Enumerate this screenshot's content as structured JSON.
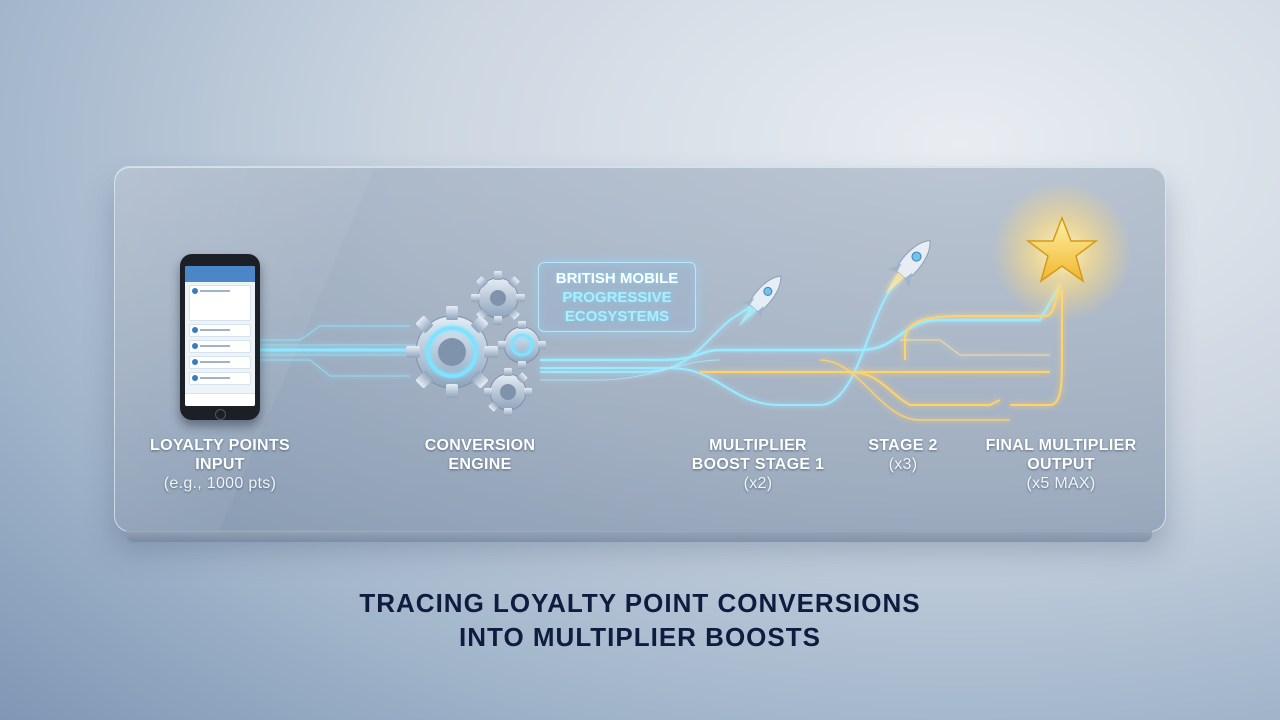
{
  "brand": {
    "line1": "BRITISH MOBILE",
    "line2": "PROGRESSIVE",
    "line3": "ECOSYSTEMS"
  },
  "stages": {
    "input": {
      "title_line1": "LOYALTY POINTS",
      "title_line2": "INPUT",
      "sub": "(e.g., 1000 pts)"
    },
    "engine": {
      "title_line1": "CONVERSION",
      "title_line2": "ENGINE"
    },
    "boost1": {
      "title_line1": "MULTIPLIER",
      "title_line2": "BOOST STAGE 1",
      "sub": "(x2)"
    },
    "stage2": {
      "title": "STAGE 2",
      "sub": "(x3)"
    },
    "final": {
      "title_line1": "FINAL MULTIPLIER",
      "title_line2": "OUTPUT",
      "sub": "(x5 MAX)"
    }
  },
  "caption": {
    "line1": "TRACING LOYALTY POINT CONVERSIONS",
    "line2": "INTO MULTIPLIER BOOSTS"
  },
  "colors": {
    "blue_flow": "#7fe3ff",
    "gold_flow": "#ffd36b",
    "caption": "#0f1c3f"
  },
  "icons": {
    "phone": "smartphone-icon",
    "gears": "gears-icon",
    "rocket1": "rocket-icon",
    "rocket2": "rocket-icon",
    "star": "star-icon"
  }
}
